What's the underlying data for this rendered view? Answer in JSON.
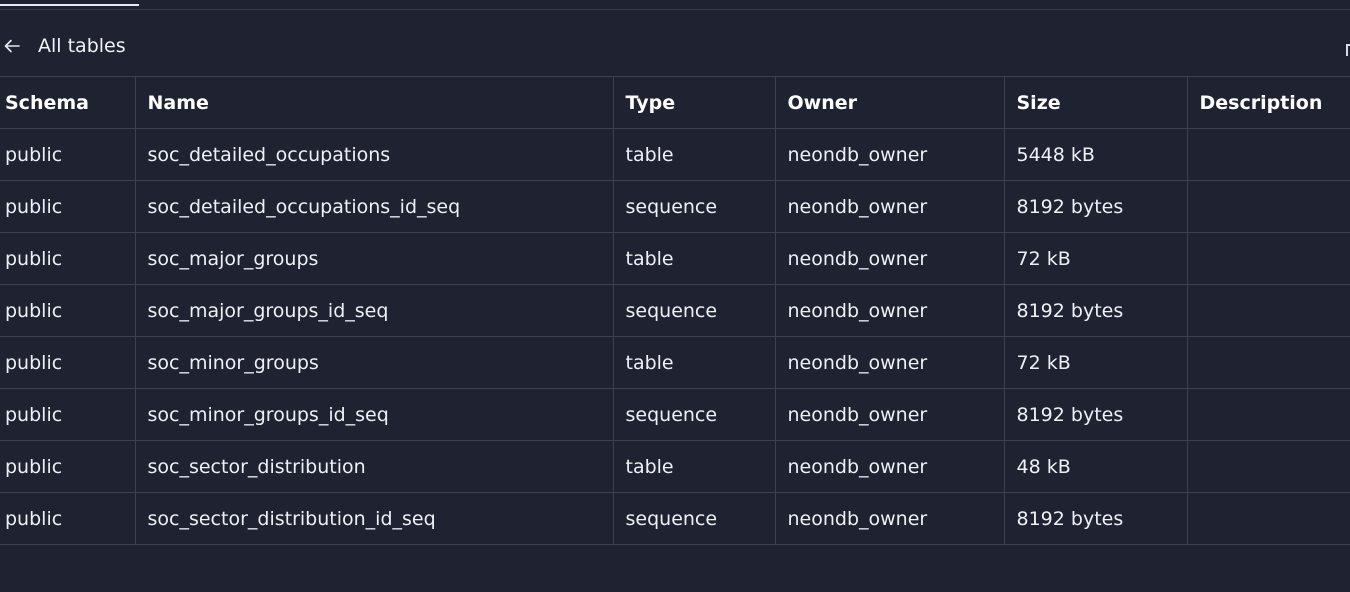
{
  "header": {
    "title": "All tables",
    "back_icon": "arrow-left-icon"
  },
  "table": {
    "columns": [
      "Schema",
      "Name",
      "Type",
      "Owner",
      "Size",
      "Description"
    ],
    "rows": [
      [
        "public",
        "soc_detailed_occupations",
        "table",
        "neondb_owner",
        "5448 kB",
        ""
      ],
      [
        "public",
        "soc_detailed_occupations_id_seq",
        "sequence",
        "neondb_owner",
        "8192 bytes",
        ""
      ],
      [
        "public",
        "soc_major_groups",
        "table",
        "neondb_owner",
        "72 kB",
        ""
      ],
      [
        "public",
        "soc_major_groups_id_seq",
        "sequence",
        "neondb_owner",
        "8192 bytes",
        ""
      ],
      [
        "public",
        "soc_minor_groups",
        "table",
        "neondb_owner",
        "72 kB",
        ""
      ],
      [
        "public",
        "soc_minor_groups_id_seq",
        "sequence",
        "neondb_owner",
        "8192 bytes",
        ""
      ],
      [
        "public",
        "soc_sector_distribution",
        "table",
        "neondb_owner",
        "48 kB",
        ""
      ],
      [
        "public",
        "soc_sector_distribution_id_seq",
        "sequence",
        "neondb_owner",
        "8192 bytes",
        ""
      ]
    ]
  },
  "colors": {
    "background": "#1e2231",
    "border": "#3c4152",
    "text": "#ffffff"
  }
}
